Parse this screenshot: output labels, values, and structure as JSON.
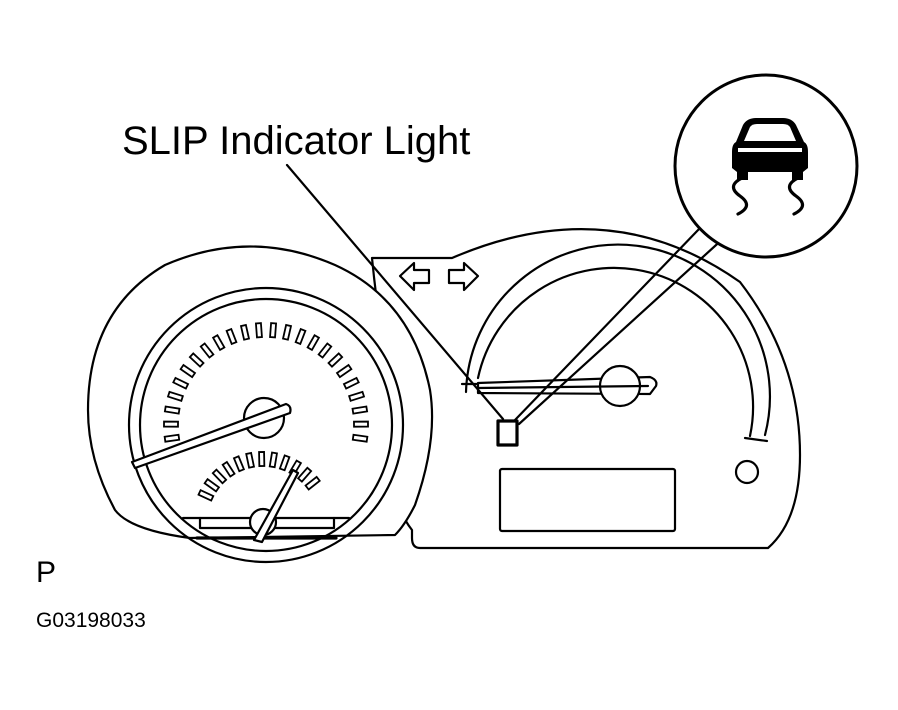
{
  "callout": {
    "label": "SLIP Indicator Light"
  },
  "view_letter": "P",
  "figure_code": "G03198033",
  "icons": {
    "turn_signal_left": "arrow-left-icon",
    "turn_signal_right": "arrow-right-icon",
    "slip_indicator": "skidding-car-icon"
  }
}
